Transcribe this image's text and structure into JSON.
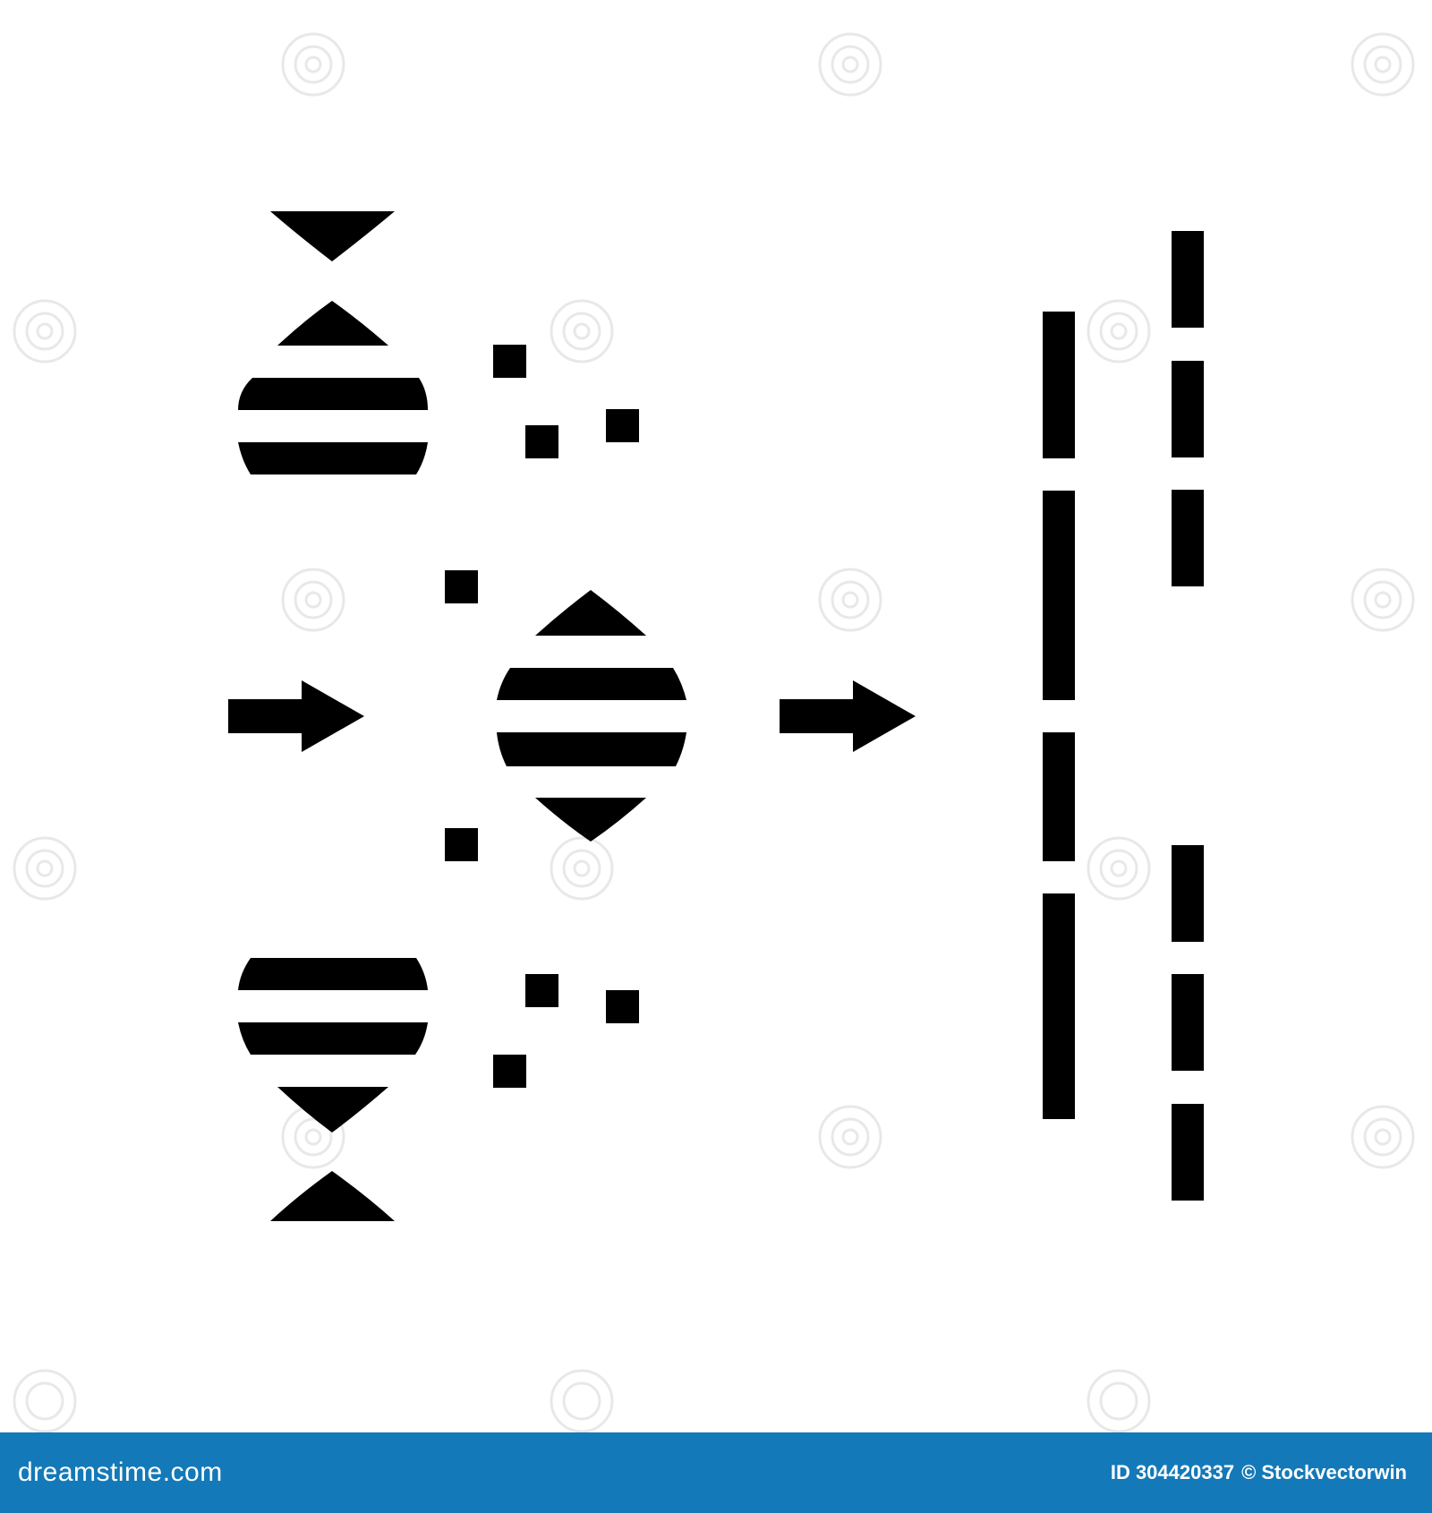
{
  "image": {
    "subject": "dna-fragmentation-glyph-icon",
    "fill_color": "#000000",
    "background_color": "#ffffff",
    "watermark_text": "dreamstime.com"
  },
  "footer": {
    "background_color": "#1479b8",
    "text_color": "#ffffff",
    "logo_text": "dreamstime.com",
    "id_text": "ID 304420337",
    "credit_text": "© Stockvectorwin"
  }
}
